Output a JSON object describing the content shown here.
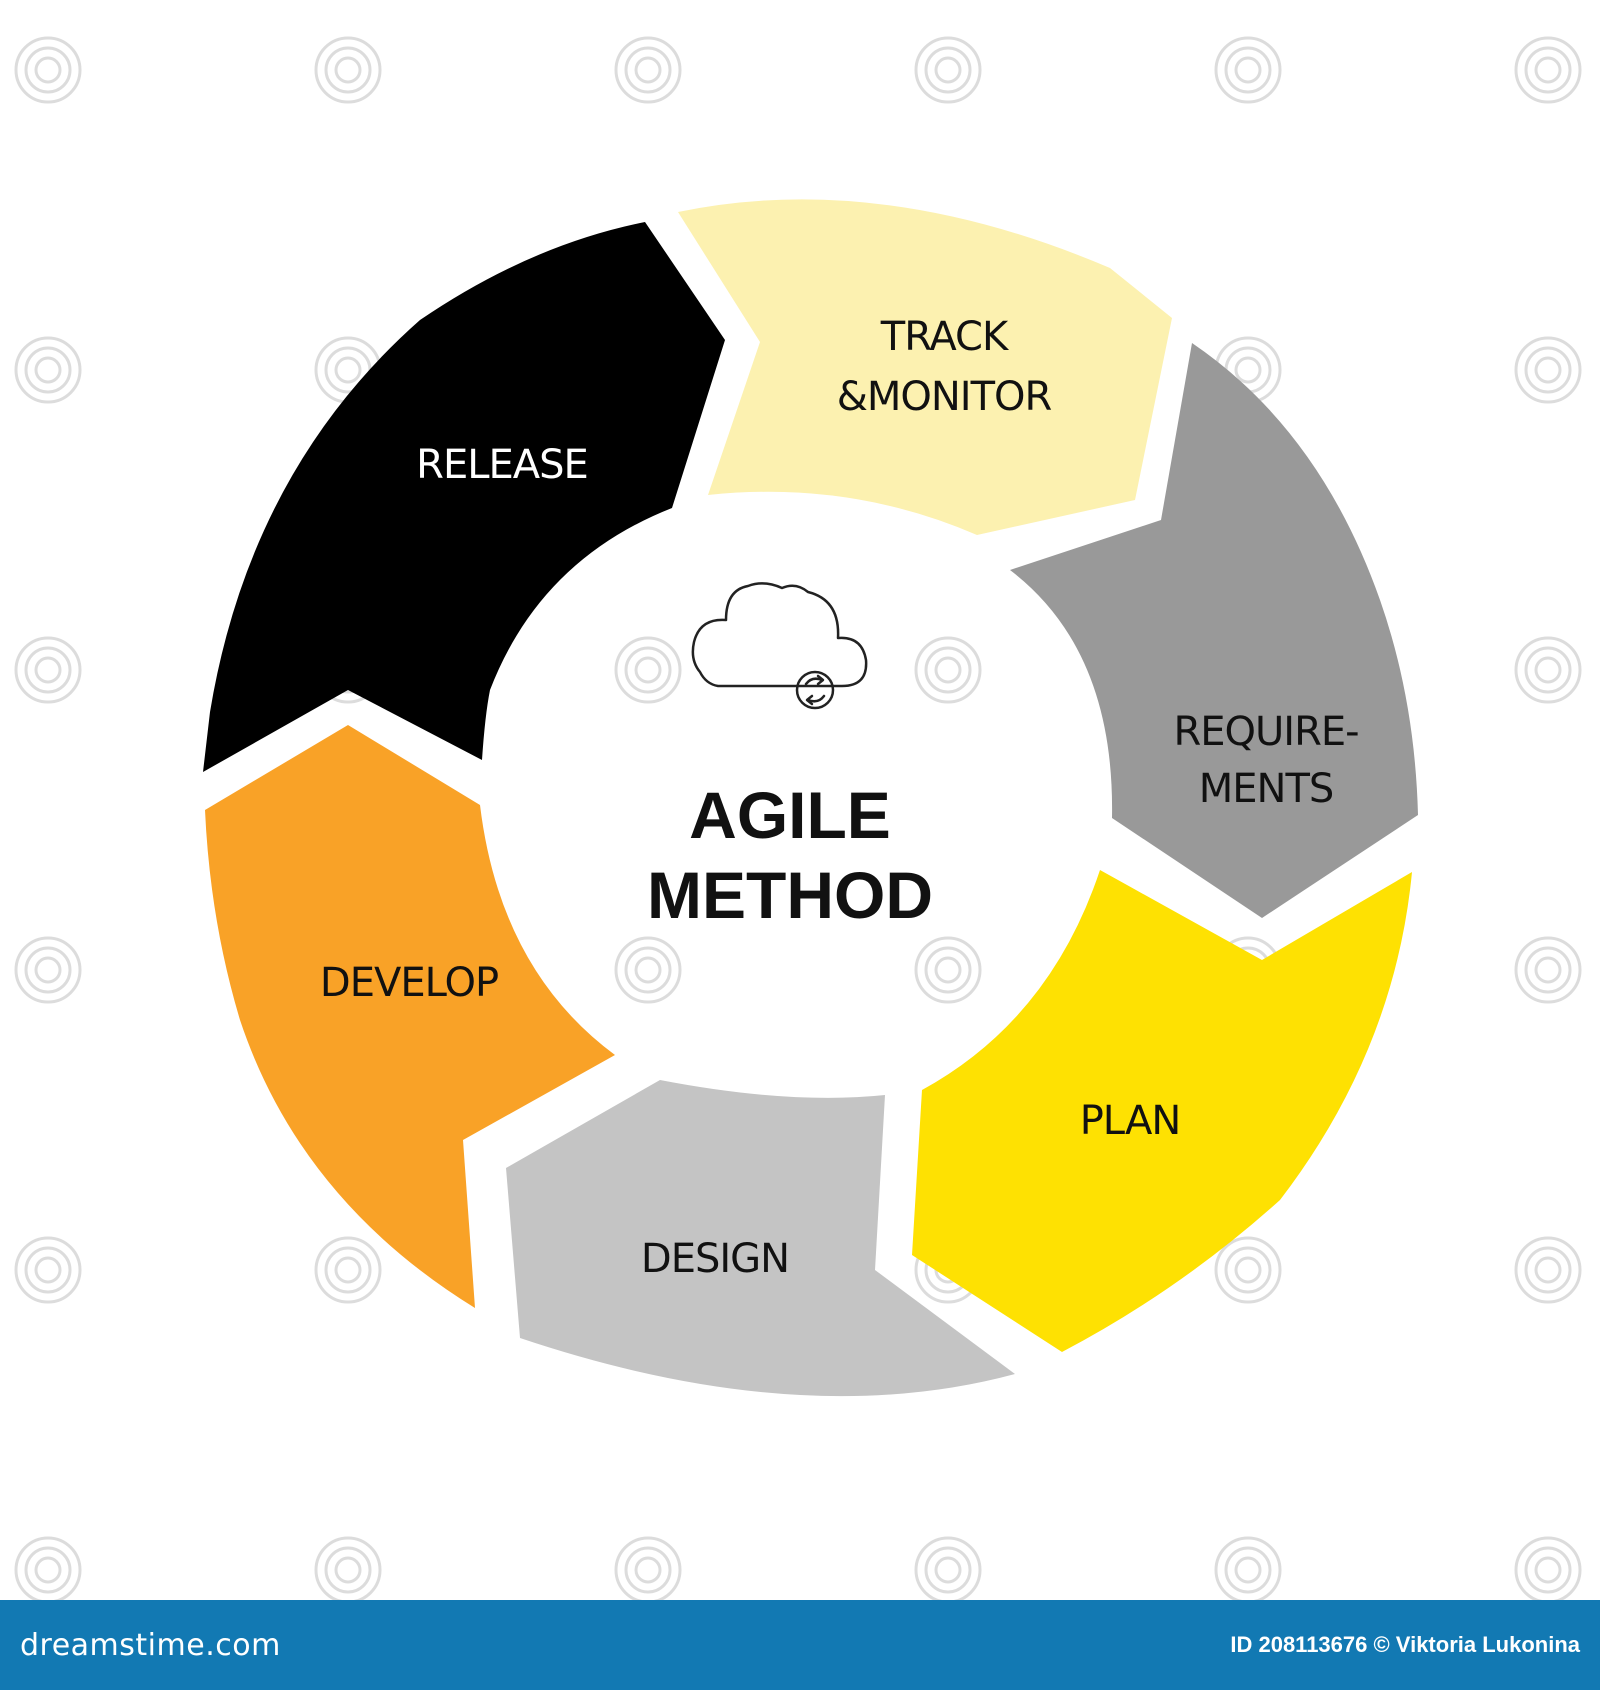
{
  "diagram": {
    "title_line1": "AGILE",
    "title_line2": "METHOD",
    "center_icon": "cloud-sync-icon",
    "segments": [
      {
        "id": "release",
        "lines": [
          "RELEASE"
        ],
        "color": "#000000",
        "text_color": "#ffffff"
      },
      {
        "id": "track",
        "lines": [
          "TRACK",
          "&MONITOR"
        ],
        "color": "#fcf1b0",
        "text_color": "#111111"
      },
      {
        "id": "requirements",
        "lines": [
          "REQUIRE-",
          "MENTS"
        ],
        "color": "#999999",
        "text_color": "#111111"
      },
      {
        "id": "plan",
        "lines": [
          "PLAN"
        ],
        "color": "#fee102",
        "text_color": "#111111"
      },
      {
        "id": "design",
        "lines": [
          "DESIGN"
        ],
        "color": "#c4c4c4",
        "text_color": "#111111"
      },
      {
        "id": "develop",
        "lines": [
          "DEVELOP"
        ],
        "color": "#f9a227",
        "text_color": "#111111"
      }
    ]
  },
  "watermark": {
    "text": "dreamstime"
  },
  "footer": {
    "brand": "dreamstime.com",
    "credit": "ID 208113676 © Viktoria Lukonina",
    "background": "#1279b3"
  }
}
